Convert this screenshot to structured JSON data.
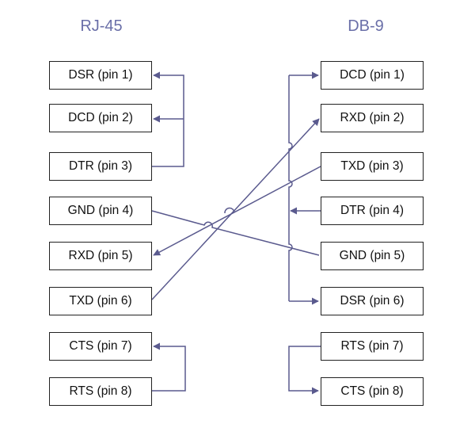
{
  "left_connector": {
    "title": "RJ-45",
    "pins": [
      "DSR (pin 1)",
      "DCD (pin 2)",
      "DTR (pin 3)",
      "GND (pin 4)",
      "RXD (pin 5)",
      "TXD (pin 6)",
      "CTS (pin 7)",
      "RTS (pin 8)"
    ]
  },
  "right_connector": {
    "title": "DB-9",
    "pins": [
      "DCD (pin 1)",
      "RXD (pin 2)",
      "TXD (pin 3)",
      "DTR (pin 4)",
      "GND (pin 5)",
      "DSR (pin 6)",
      "RTS (pin 7)",
      "CTS (pin 8)"
    ]
  },
  "colors": {
    "wire": "#5a5a8e",
    "title": "#6a6fa8",
    "box_border": "#222222"
  }
}
